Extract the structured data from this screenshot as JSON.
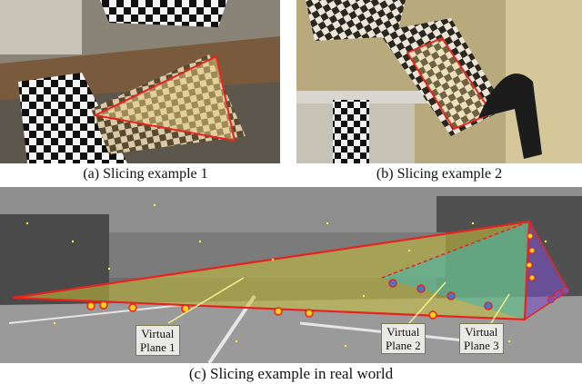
{
  "captions": {
    "a": "(a) Slicing example 1",
    "b": "(b) Slicing example 2",
    "c": "(c) Slicing example in real world"
  },
  "plane_labels": {
    "p1": [
      "Virtual",
      "Plane 1"
    ],
    "p2": [
      "Virtual",
      "Plane 2"
    ],
    "p3": [
      "Virtual",
      "Plane 3"
    ]
  },
  "colors": {
    "slice_outline": "#e8231f",
    "plane1_fill": "#c8c23a",
    "plane2_fill": "#3fb7b3",
    "plane3_fill": "#7a4fc4",
    "point_fill": "#ffd21a",
    "point_blue": "#3a7bd5",
    "label_border": "#7a7a4a"
  }
}
